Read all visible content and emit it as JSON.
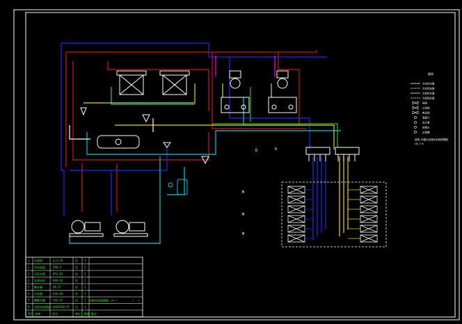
{
  "colors": {
    "background": "#000000",
    "frame": "#ffffff",
    "pipe_red": "#d01818",
    "pipe_blue": "#1a2cff",
    "pipe_cyan": "#00c8e0",
    "pipe_yellow": "#e8d800",
    "pipe_green": "#18c818",
    "pipe_magenta": "#ff00ff",
    "equipment": "#ffffff",
    "table_text": "#18ff18"
  },
  "equipment_table": {
    "columns": [
      "序号",
      "名称",
      "型号",
      "单位",
      "数量",
      "备注"
    ],
    "rows": [
      {
        "no": "1",
        "name": "冷却塔",
        "model": "LLS-70",
        "unit": "台",
        "qty": "2"
      },
      {
        "no": "2",
        "name": "冷水机组",
        "model": "ZXK-4",
        "unit": "台",
        "qty": "2"
      },
      {
        "no": "3",
        "name": "冷冻水泵",
        "model": "KFA-65",
        "unit": "台",
        "qty": "2"
      },
      {
        "no": "4",
        "name": "冷却水泵",
        "model": "DXA-53",
        "unit": "台",
        "qty": "2"
      },
      {
        "no": "5",
        "name": "集水器",
        "model": "XA-57",
        "unit": "台",
        "qty": "1"
      },
      {
        "no": "6",
        "name": "分水器",
        "model": "LSA-20",
        "unit": "台",
        "qty": "1"
      },
      {
        "no": "7",
        "name": "膨胀水箱",
        "model": "YXA-25",
        "unit": "台",
        "qty": "1"
      },
      {
        "no": "8",
        "name": "全程水处理器",
        "model": "SHSIF60-47",
        "unit": "台",
        "qty": "1"
      }
    ],
    "title_block": {
      "project": "空调水系统原理图",
      "drawing_no": "AS-2",
      "sheet": "1",
      "sheets": "1"
    }
  },
  "legend": {
    "title": "图例",
    "items": [
      {
        "symbol": "solid",
        "label": "冷冻供水管"
      },
      {
        "symbol": "dashed",
        "label": "冷冻回水管"
      },
      {
        "symbol": "solid",
        "label": "冷却供水管"
      },
      {
        "symbol": "dashed",
        "label": "冷却回水管"
      },
      {
        "symbol": "valve",
        "label": "闸阀"
      },
      {
        "symbol": "valve",
        "label": "止回阀"
      },
      {
        "symbol": "valve",
        "label": "电动阀"
      },
      {
        "symbol": "dot",
        "label": "温度计"
      },
      {
        "symbol": "dot",
        "label": "压力表"
      },
      {
        "symbol": "dot",
        "label": "软接头"
      },
      {
        "symbol": "dot",
        "label": "过滤器"
      }
    ],
    "note_lines": [
      "说明:本图为空调水系统原理图",
      "LN-1~8"
    ]
  },
  "annotations": {
    "tag_d": "D",
    "tag_m": "M"
  }
}
